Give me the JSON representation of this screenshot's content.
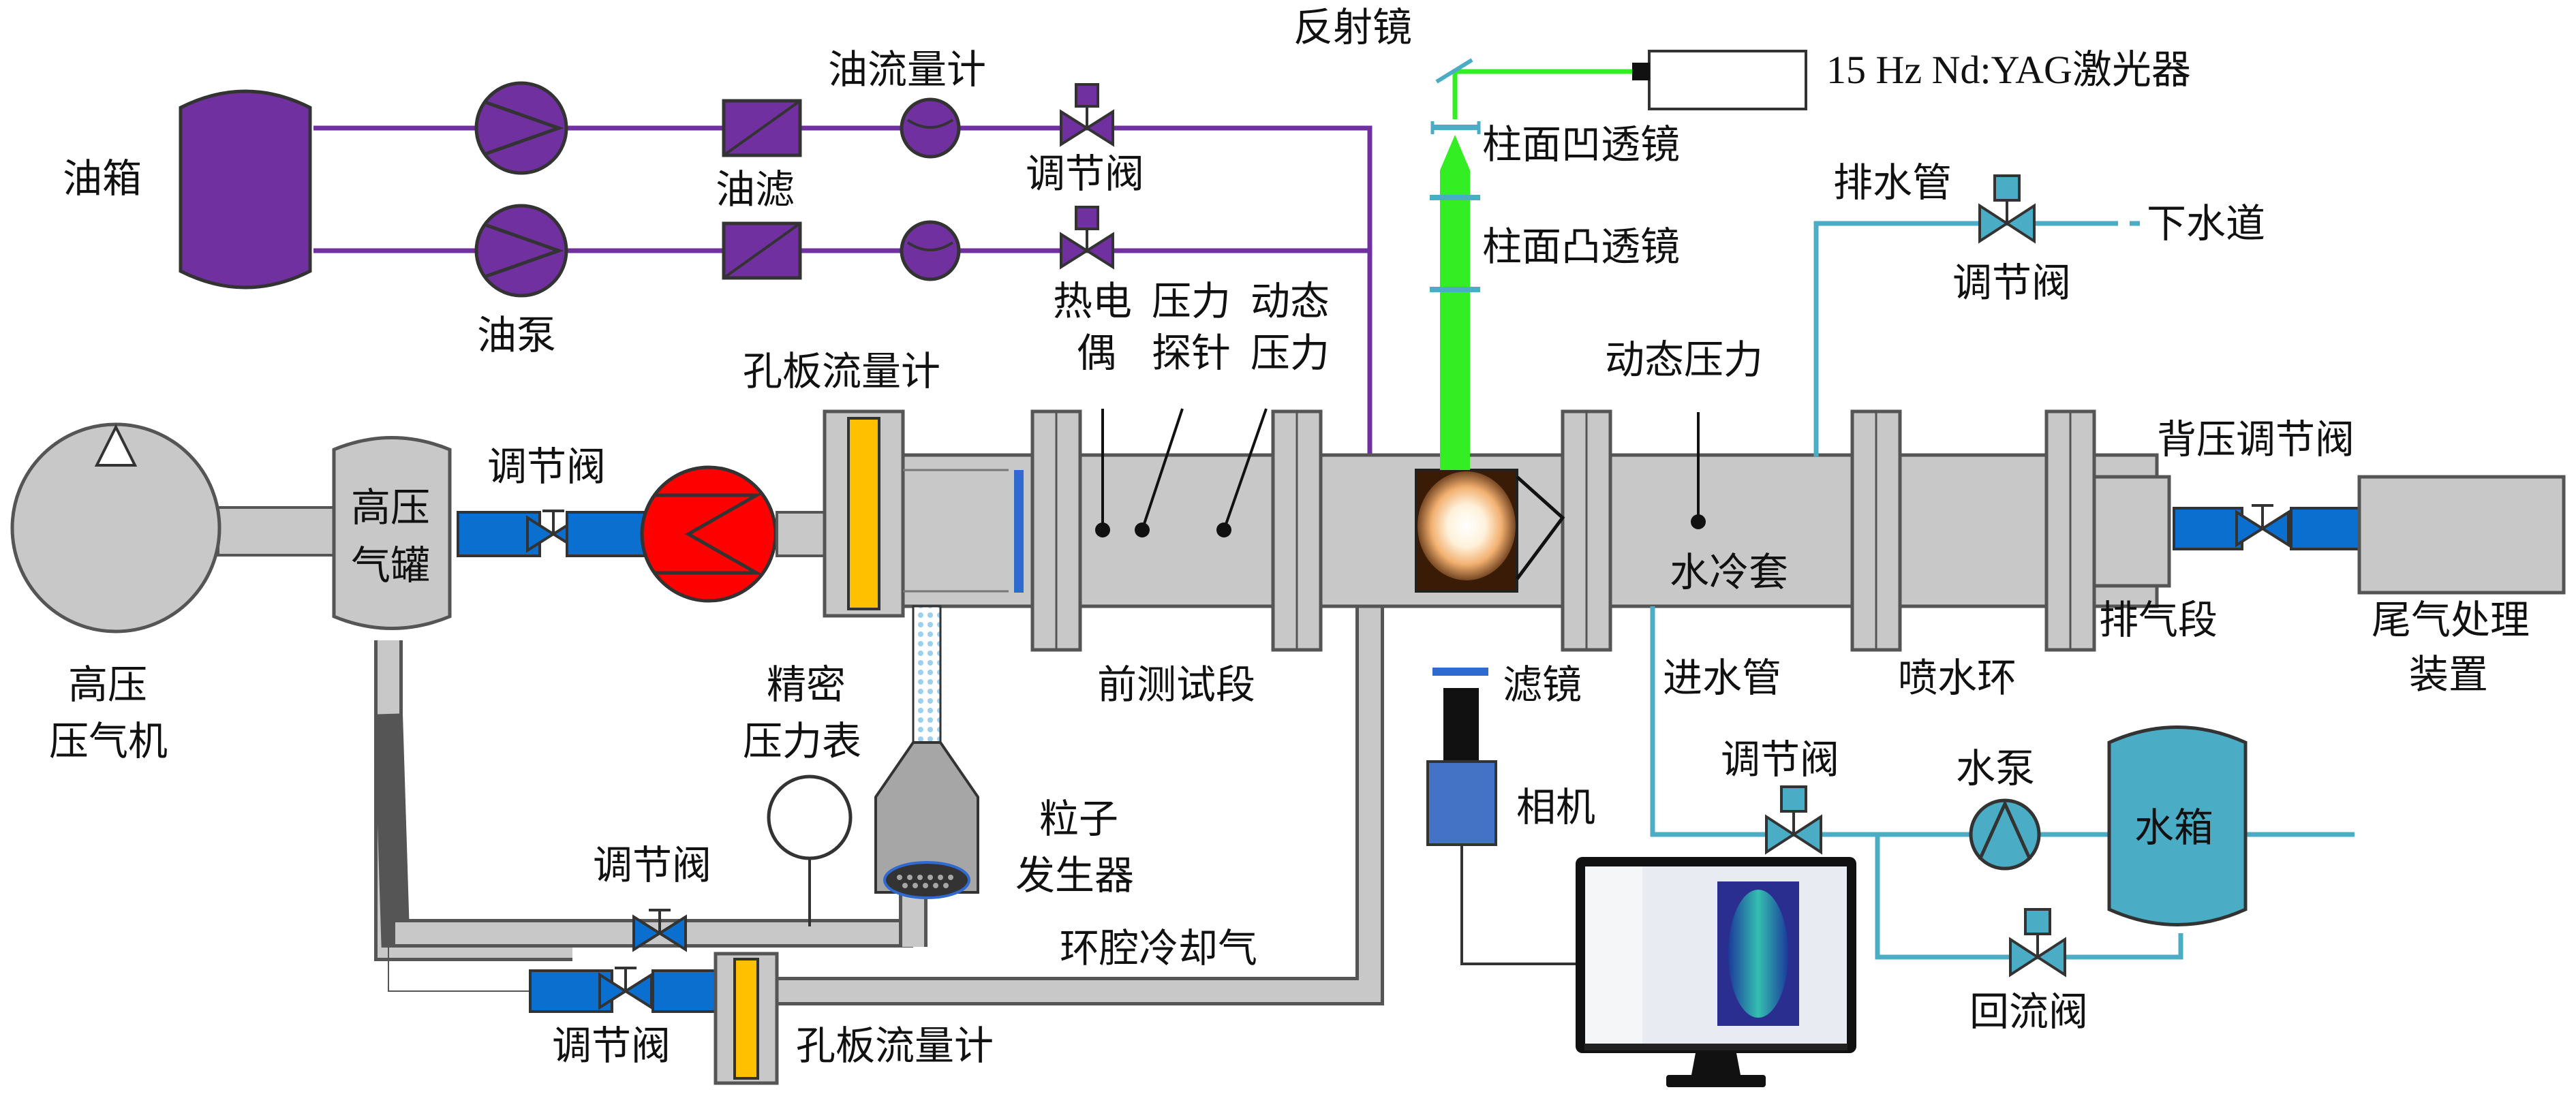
{
  "labels": {
    "oil_tank": "油箱",
    "oil_pump": "油泵",
    "oil_filter": "油滤",
    "oil_flowmeter": "油流量计",
    "oil_valve": "调节阀",
    "mirror": "反射镜",
    "laser": "15 Hz Nd:YAG激光器",
    "concave_lens": "柱面凹透镜",
    "convex_lens": "柱面凸透镜",
    "drain_pipe": "排水管",
    "sewer": "下水道",
    "drain_valve": "调节阀",
    "thermocouple_1": "热电",
    "thermocouple_2": "偶",
    "pressure_probe_1": "压力",
    "pressure_probe_2": "探针",
    "dynamic_pressure_1": "动态",
    "dynamic_pressure_2": "压力",
    "dynamic_pressure_right": "动态压力",
    "orifice_flowmeter_top": "孔板流量计",
    "back_pressure_valve": "背压调节阀",
    "compressor_1": "高压",
    "compressor_2": "压气机",
    "tank_1": "高压",
    "tank_2": "气罐",
    "air_valve": "调节阀",
    "water_jacket": "水冷套",
    "exhaust_section": "排气段",
    "exhaust_treatment_1": "尾气处理",
    "exhaust_treatment_2": "装置",
    "precision_gauge_1": "精密",
    "precision_gauge_2": "压力表",
    "particle_generator_1": "粒子",
    "particle_generator_2": "发生器",
    "front_test_section": "前测试段",
    "filter": "滤镜",
    "camera": "相机",
    "inlet_pipe": "进水管",
    "spray_ring": "喷水环",
    "inlet_valve": "调节阀",
    "water_pump": "水泵",
    "water_tank": "水箱",
    "return_valve": "回流阀",
    "bypass_valve": "调节阀",
    "annular_cooling": "环腔冷却气",
    "cooling_valve": "调节阀",
    "orifice_flowmeter_bottom": "孔板流量计"
  },
  "colors": {
    "oil": "#7030a0",
    "water": "#4bacc6",
    "laser": "#33ee22",
    "pipe_gray": "#c8c8c8",
    "valve_blue": "#0b6fd0",
    "heater_red": "#ff0000",
    "orifice_yellow": "#ffc000",
    "camera_blue": "#4472c4",
    "particle_dot": "#9bd0ee"
  }
}
